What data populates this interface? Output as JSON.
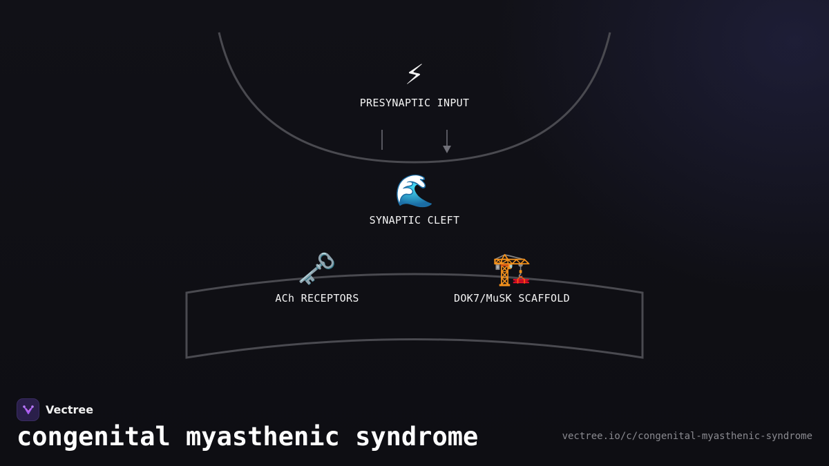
{
  "brand": {
    "name": "Vectree",
    "accent": "#a25cf0"
  },
  "title": "congenital myasthenic syndrome",
  "url": "vectree.io/c/congenital-myasthenic-syndrome",
  "nodes": {
    "presynaptic": {
      "icon": "⚡",
      "icon_name": "lightning-icon",
      "label": "PRESYNAPTIC INPUT"
    },
    "cleft": {
      "icon": "🌊",
      "icon_name": "wave-icon",
      "label": "SYNAPTIC CLEFT"
    },
    "receptors": {
      "icon": "🗝️",
      "icon_name": "key-icon",
      "label": "ACh RECEPTORS"
    },
    "scaffold": {
      "icon": "🏗️",
      "icon_name": "crane-icon",
      "label": "DOK7/MuSK SCAFFOLD"
    }
  },
  "colors": {
    "outline": "#4a4a50",
    "arrow": "#707078",
    "background": "#0f0f14"
  }
}
